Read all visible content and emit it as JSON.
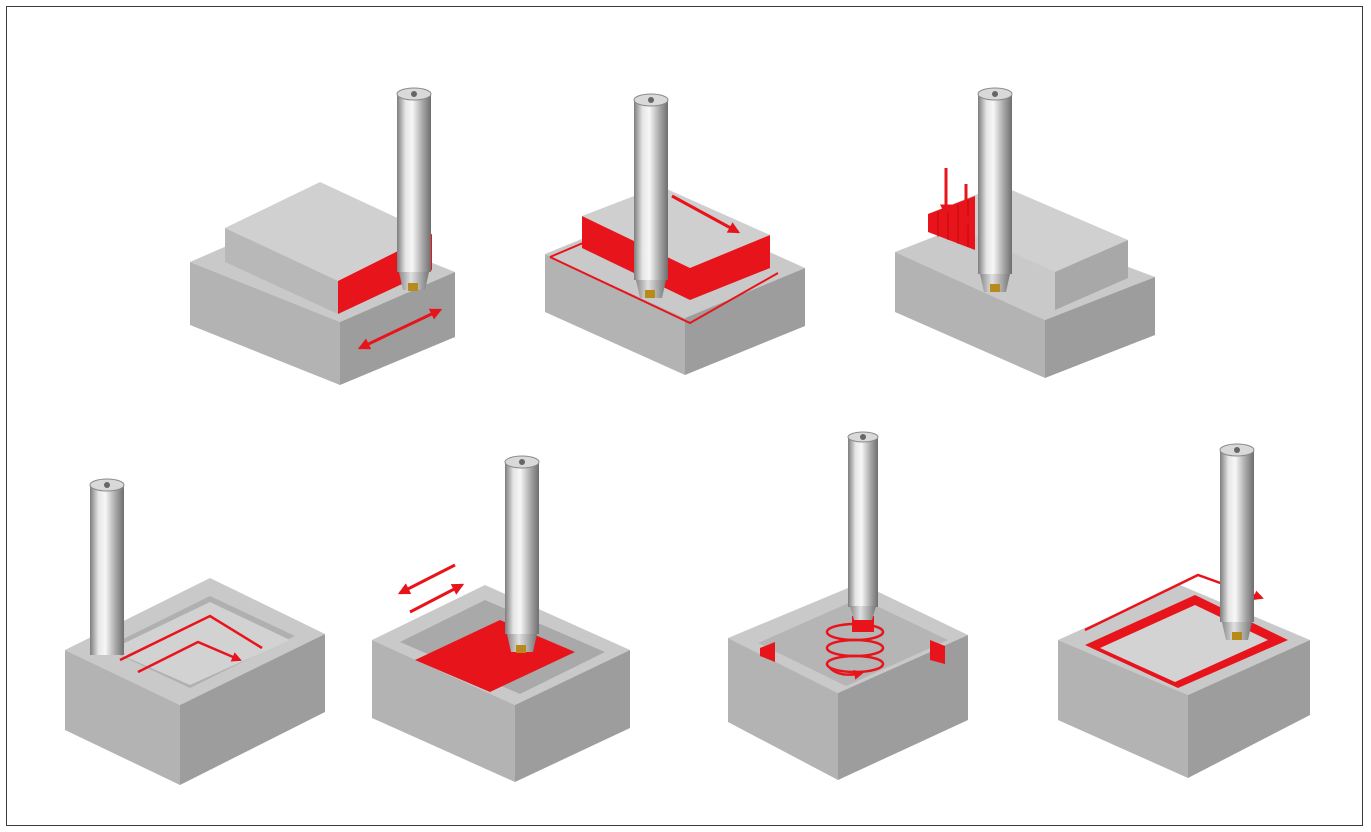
{
  "colors": {
    "highlight": "#e8141b",
    "block_top": "#c9c9c9",
    "block_left": "#b3b3b3",
    "block_right": "#9d9d9d",
    "frame": "#3a3a3a"
  },
  "icons": {
    "tool": "end-mill-icon",
    "insert": "cutting-insert-icon",
    "arrow": "motion-arrow-icon"
  },
  "figures": [
    {
      "operation": "shoulder-milling",
      "arrow": "double-headed"
    },
    {
      "operation": "face-milling",
      "arrow": "loop-path"
    },
    {
      "operation": "plunge-milling",
      "arrow": "plunge-down"
    },
    {
      "operation": "slot-milling",
      "arrow": "corner-path"
    },
    {
      "operation": "pocket-milling",
      "arrow": "zigzag"
    },
    {
      "operation": "helical-interpolation",
      "arrow": "helix"
    },
    {
      "operation": "contour-milling",
      "arrow": "contour-path"
    }
  ]
}
